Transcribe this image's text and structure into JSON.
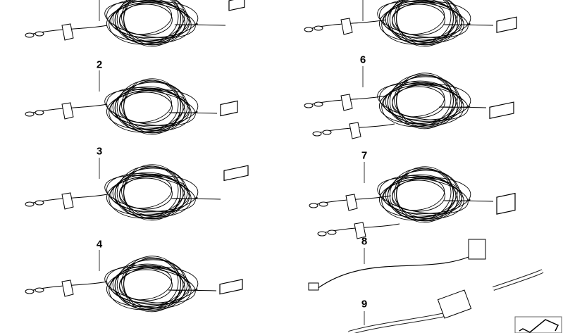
{
  "diagram": {
    "parts": [
      {
        "number": "",
        "kind": "coiled-harness",
        "connector": "rounded-plug"
      },
      {
        "number": "2",
        "kind": "coiled-harness",
        "connector": "small-box-plug"
      },
      {
        "number": "3",
        "kind": "coiled-harness",
        "connector": "flat-multi-pin-plug"
      },
      {
        "number": "4",
        "kind": "coiled-harness",
        "connector": "ribbed-plug"
      },
      {
        "number": "",
        "kind": "coiled-harness",
        "connector": "double-box-plug"
      },
      {
        "number": "6",
        "kind": "coiled-harness-dual",
        "connector": "long-multi-pin-plug"
      },
      {
        "number": "7",
        "kind": "coiled-harness-dual",
        "connector": "square-multi-pin-plug"
      },
      {
        "number": "8",
        "kind": "short-cable",
        "connector": "block-plug"
      },
      {
        "number": "9",
        "kind": "cable-adapter",
        "connector": "inline-plug"
      }
    ],
    "line_color": "#000000",
    "background": "#ffffff",
    "logo_icon": "scissors-cut-icon"
  }
}
